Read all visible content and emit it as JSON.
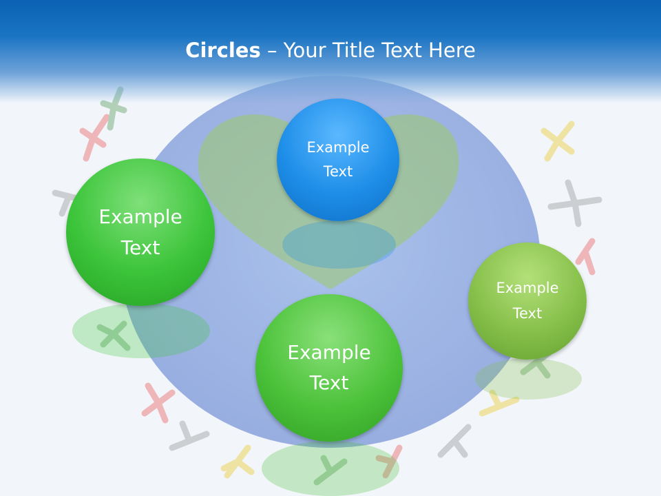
{
  "title": {
    "bold": "Circles",
    "rest": " – Your Title Text Here"
  },
  "circles": [
    {
      "id": "top-blue",
      "line1": "Example",
      "line2": "Text",
      "color": "#1e8ee8"
    },
    {
      "id": "left-green",
      "line1": "Example",
      "line2": "Text",
      "color": "#3cc43a"
    },
    {
      "id": "bottom-green",
      "line1": "Example",
      "line2": "Text",
      "color": "#4cc23a"
    },
    {
      "id": "right-olive",
      "line1": "Example",
      "line2": "Text",
      "color": "#86c04a"
    }
  ],
  "colors": {
    "header": "#0b62b4",
    "globe": "#5b86d6",
    "heart": "#9cc86a",
    "background": "#f2f6fb"
  }
}
